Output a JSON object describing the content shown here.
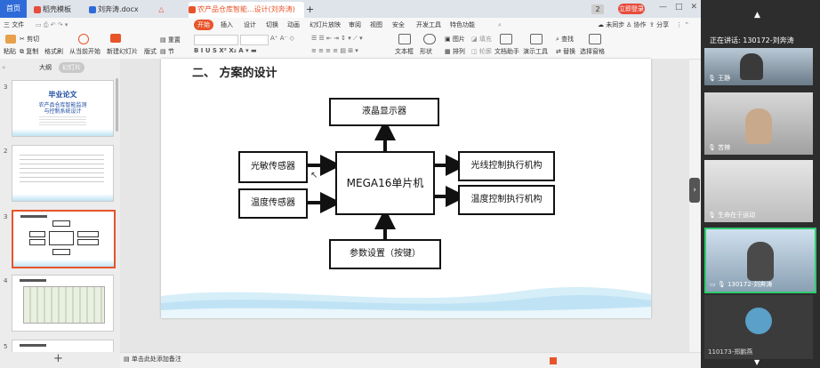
{
  "tabs": {
    "home": "首页",
    "t1": "稻壳模板",
    "t2": "刘奔涛.docx",
    "t3": "农产品仓库智能...设计(刘奔涛)",
    "count": "2",
    "login": "立即登录"
  },
  "menu": {
    "file": "三 文件",
    "start": "开始",
    "insert": "插入",
    "design": "设计",
    "switch": "切换",
    "anim": "动画",
    "slideshow": "幻灯片放映",
    "review": "审阅",
    "view": "视图",
    "security": "安全",
    "dev": "开发工具",
    "special": "特色功能",
    "unsynced": "未同步",
    "collab": "协作",
    "share": "分享"
  },
  "ribbon": {
    "paste": "粘贴",
    "cut": "剪切",
    "copy": "复制",
    "format": "格式刷",
    "from_start": "从当前开始",
    "new_slide": "新建幻灯片",
    "layout": "版式",
    "section": "节",
    "reset": "重置",
    "textbox": "文本框",
    "shape": "形状",
    "arrange": "排列",
    "picture": "图片",
    "fill": "填充",
    "outline": "轮廓",
    "find": "查找",
    "replace": "替换",
    "select_pane": "选择窗格",
    "doc_assist": "文档助手",
    "presenter": "演示工具"
  },
  "panel": {
    "tab_outline": "大纲",
    "tab_slides": "幻灯片",
    "numbers": [
      "3",
      "2",
      "3",
      "4",
      "5"
    ],
    "thumb1_title": "毕业论文",
    "thumb1_sub1": "农产品仓库智能监测",
    "thumb1_sub2": "与控制系统设计"
  },
  "slide": {
    "title": "二、  方案的设计",
    "lcd": "液晶显示器",
    "mcu": "MEGA16单片机",
    "light_sensor": "光敏传感器",
    "temp_sensor": "温度传感器",
    "light_ctrl": "光线控制执行机构",
    "temp_ctrl": "温度控制执行机构",
    "param": "参数设置（按键）"
  },
  "status": {
    "notes": "单击此处添加备注"
  },
  "meeting": {
    "speaking": "正在讲话: 130172-刘奔涛",
    "p1": "王静",
    "p2": "苦辣",
    "p3": "生命在于运动",
    "p4": "130172-刘奔涛",
    "p5": "110173-郑鹏燕"
  }
}
